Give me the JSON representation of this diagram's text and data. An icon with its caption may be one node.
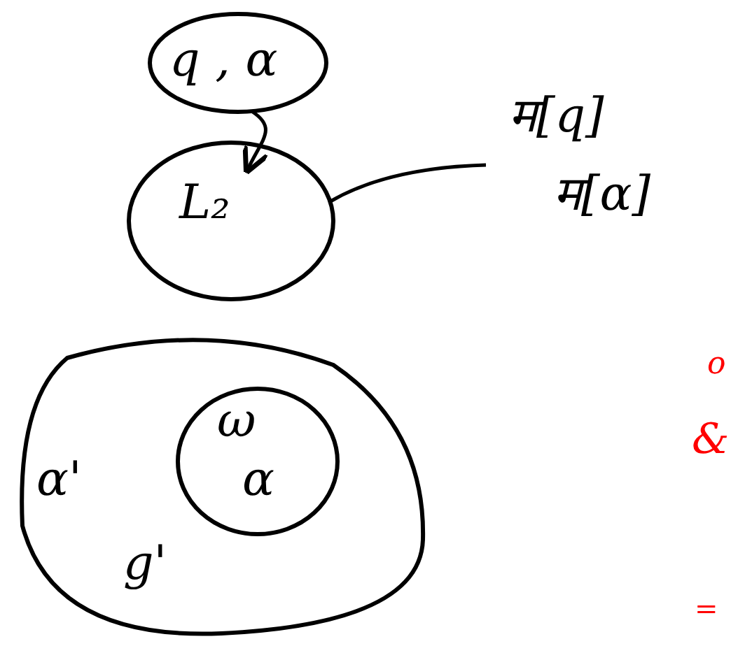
{
  "diagram": {
    "nodes": [
      {
        "text": [
          "q , α"
        ]
      },
      {
        "text": [
          "L₂"
        ]
      },
      {
        "text": [
          "म[q]",
          "म[α]"
        ]
      },
      {
        "text": [
          "α'",
          "g'"
        ]
      },
      {
        "text": [
          "ω",
          "α"
        ],
        "in": 3
      }
    ],
    "edges": [
      {
        "from": 0,
        "to": 1,
        "arrow": "to"
      },
      {
        "from": 2,
        "to": 1,
        "arrow": "none"
      }
    ],
    "labels": [
      "o",
      "&",
      "="
    ]
  }
}
